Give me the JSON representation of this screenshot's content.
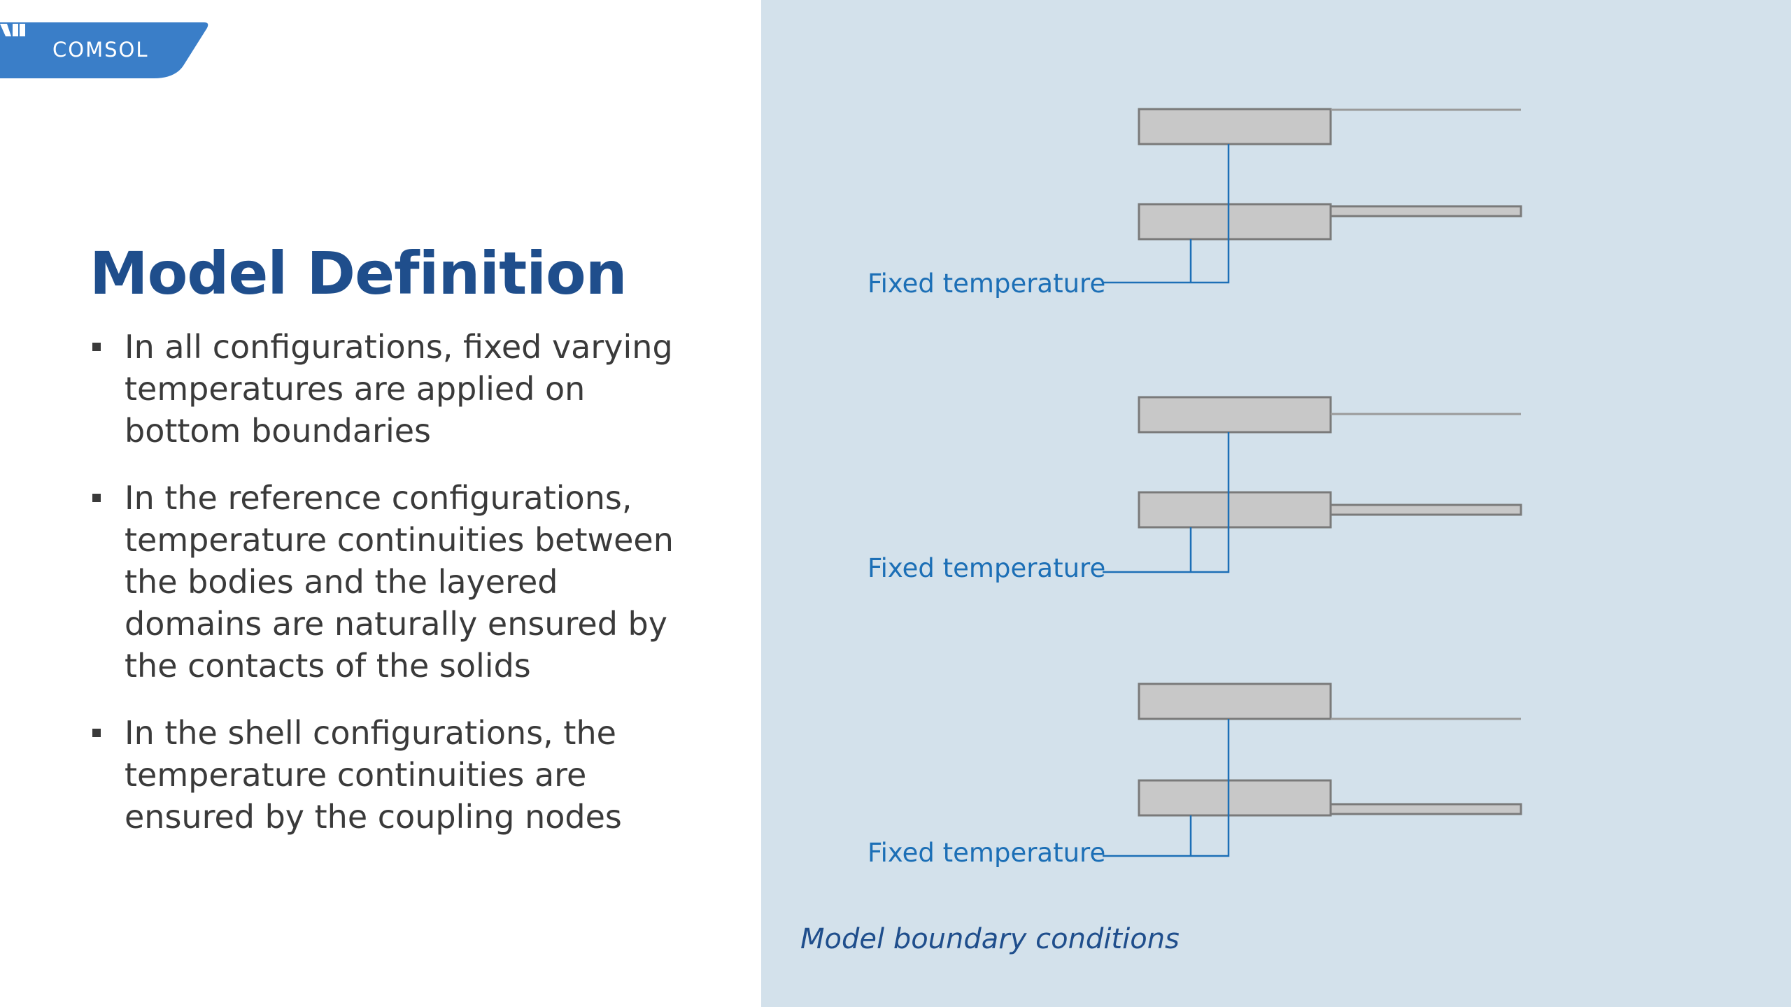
{
  "brand": {
    "logo_text": "COMSOL",
    "color": "#3a7ec8"
  },
  "slide": {
    "title": "Model Definition",
    "bullets": [
      "In all configurations, fixed varying temperatures are applied on bottom boundaries",
      "In the reference configurations, temperature continuities between the bodies and the layered domains are naturally ensured by the contacts of the solids",
      "In the shell configurations, the temperature continuities are ensured by the coupling nodes"
    ]
  },
  "figure": {
    "labels": [
      "Fixed temperature",
      "Fixed temperature",
      "Fixed temperature"
    ],
    "caption": "Model boundary conditions",
    "label_color": "#1c6fb6",
    "panel_color": "#d3e1eb"
  }
}
